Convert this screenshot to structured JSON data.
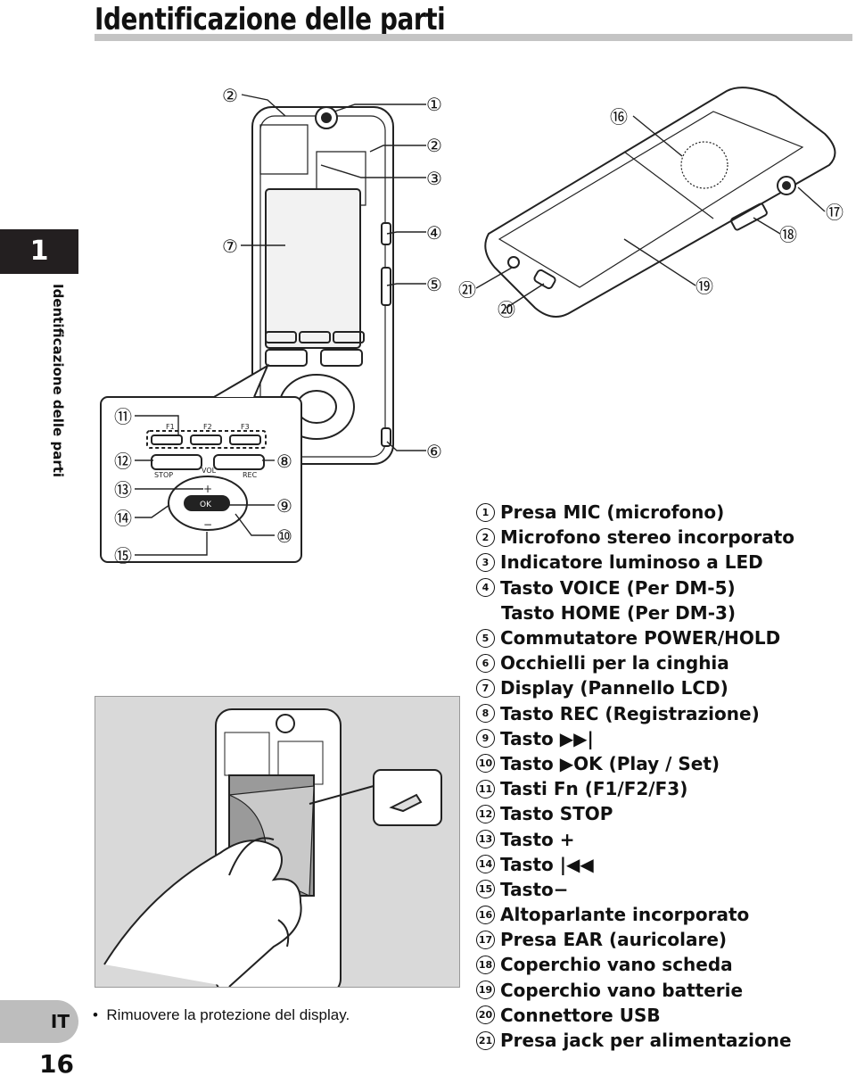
{
  "header": {
    "title": "Identificazione delle parti"
  },
  "side": {
    "chapter_number": "1",
    "chapter_label": "Identificazione delle parti",
    "language": "IT",
    "page_number": "16"
  },
  "figures": {
    "callouts_front": [
      "②",
      "①",
      "②",
      "③",
      "④",
      "⑤",
      "⑥",
      "⑦",
      "⑪",
      "⑫",
      "⑬",
      "⑭",
      "⑮",
      "⑧",
      "⑨",
      "⑩"
    ],
    "callouts_back": [
      "⑯",
      "⑰",
      "⑱",
      "⑲",
      "⑳",
      "㉑"
    ],
    "device_labels": {
      "f1": "F1",
      "f2": "F2",
      "f3": "F3",
      "stop": "STOP",
      "vol": "VOL",
      "rec": "REC",
      "plus": "+",
      "minus": "−",
      "ok": "OK"
    },
    "caption": "Rimuovere la protezione del display."
  },
  "legend": [
    {
      "num": "1",
      "label": "Presa MIC (microfono)"
    },
    {
      "num": "2",
      "label": "Microfono stereo incorporato"
    },
    {
      "num": "3",
      "label": "Indicatore luminoso a LED"
    },
    {
      "num": "4",
      "label": "Tasto VOICE (Per DM-5)"
    },
    {
      "num": "",
      "label": "Tasto HOME (Per DM-3)"
    },
    {
      "num": "5",
      "label": "Commutatore POWER/HOLD"
    },
    {
      "num": "6",
      "label": "Occhielli per la cinghia"
    },
    {
      "num": "7",
      "label": "Display (Pannello LCD)"
    },
    {
      "num": "8",
      "label": "Tasto REC (Registrazione)"
    },
    {
      "num": "9",
      "label": "Tasto ▶▶|"
    },
    {
      "num": "10",
      "label": "Tasto ▶OK (Play / Set)"
    },
    {
      "num": "11",
      "label": "Tasti Fn (F1/F2/F3)"
    },
    {
      "num": "12",
      "label": "Tasto STOP"
    },
    {
      "num": "13",
      "label": "Tasto +"
    },
    {
      "num": "14",
      "label": "Tasto |◀◀"
    },
    {
      "num": "15",
      "label": "Tasto−"
    },
    {
      "num": "16",
      "label": "Altoparlante incorporato"
    },
    {
      "num": "17",
      "label": "Presa EAR (auricolare)"
    },
    {
      "num": "18",
      "label": "Coperchio vano scheda"
    },
    {
      "num": "19",
      "label": "Coperchio vano batterie"
    },
    {
      "num": "20",
      "label": "Connettore USB"
    },
    {
      "num": "21",
      "label": "Presa jack per alimentazione"
    }
  ]
}
